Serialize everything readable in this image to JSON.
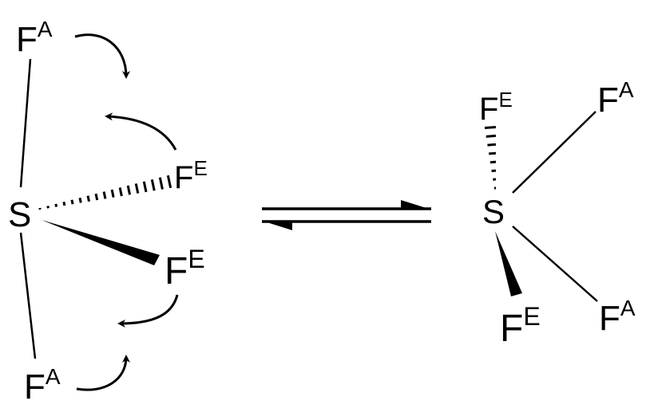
{
  "diagram": {
    "colors": {
      "ink": "#000000",
      "background": "#ffffff"
    },
    "left_molecule": {
      "central_atom": "S",
      "fa_top": {
        "symbol": "F",
        "sup": "A"
      },
      "fe_hashed": {
        "symbol": "F",
        "sup": "E"
      },
      "fe_wedge": {
        "symbol": "F",
        "sup": "E"
      },
      "fa_bottom": {
        "symbol": "F",
        "sup": "A"
      }
    },
    "right_molecule": {
      "central_atom": "S",
      "fe_hashed": {
        "symbol": "F",
        "sup": "E"
      },
      "fa_top": {
        "symbol": "F",
        "sup": "A"
      },
      "fe_wedge": {
        "symbol": "F",
        "sup": "E"
      },
      "fa_bottom": {
        "symbol": "F",
        "sup": "A"
      }
    },
    "arrows": {
      "equilibrium": "equilibrium-arrow",
      "curved": "curved-arrow-icon"
    }
  }
}
